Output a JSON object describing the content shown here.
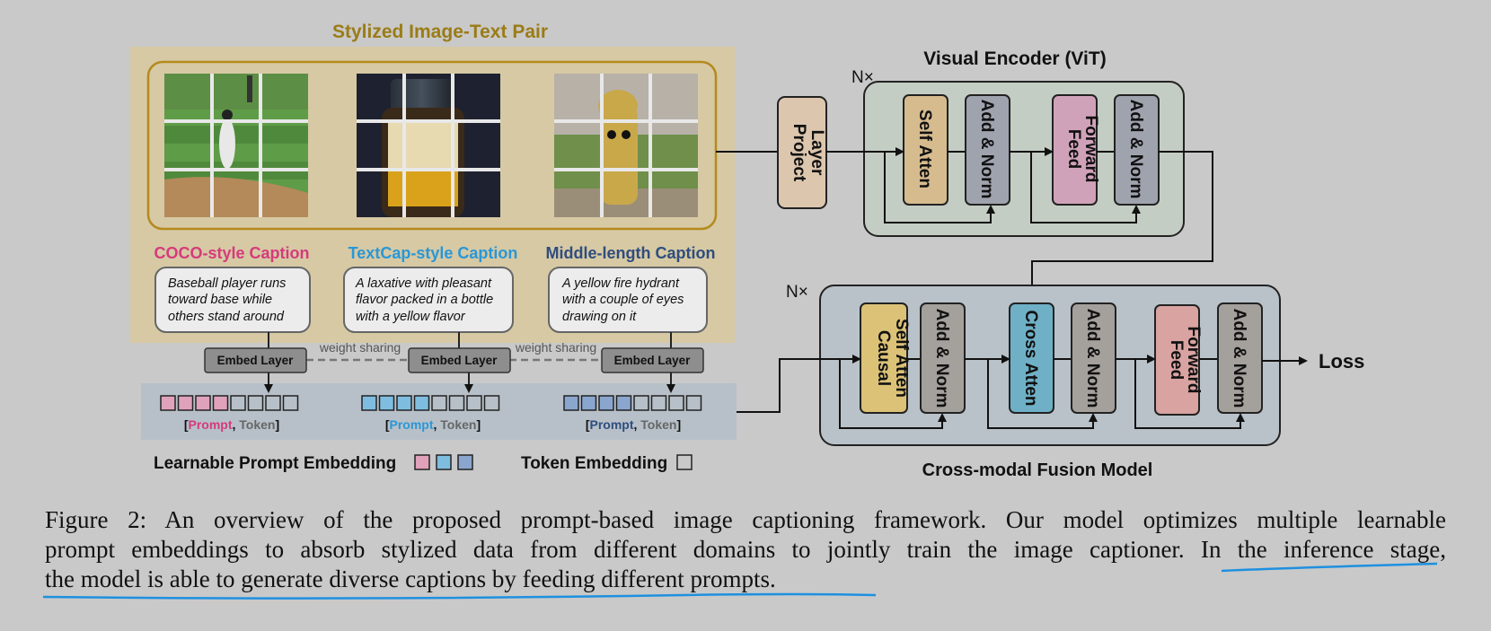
{
  "stylized_title": "Stylized Image-Text Pair",
  "images": [
    {
      "name": "baseball-photo"
    },
    {
      "name": "bottle-photo"
    },
    {
      "name": "hydrant-photo"
    }
  ],
  "caption_styles": [
    {
      "label": "COCO-style Caption",
      "color": "#d63a7c",
      "lines": [
        "Baseball player runs",
        "toward base while",
        "others stand around"
      ]
    },
    {
      "label": "TextCap-style Caption",
      "color": "#2a97d6",
      "lines": [
        "A laxative with pleasant",
        "flavor packed in a bottle",
        "with a yellow flavor"
      ]
    },
    {
      "label": "Middle-length Caption",
      "color": "#2f4d7e",
      "lines": [
        "A yellow fire hydrant",
        "with a couple of eyes",
        "drawing on it"
      ]
    }
  ],
  "embed_layer_label": "Embed Layer",
  "weight_sharing_label": "weight sharing",
  "prompt_word": "Prompt",
  "token_word": "Token",
  "bracket_open": "[",
  "comma": ", ",
  "bracket_close": "]",
  "legend_prompt": "Learnable Prompt Embedding",
  "legend_token": "Token Embedding",
  "prompt_colors": [
    "#e0a1bb",
    "#7fbde0",
    "#8aa6cf"
  ],
  "project_layer": [
    "Project",
    "Layer"
  ],
  "nx": "N×",
  "visual_encoder": {
    "title": "Visual Encoder (ViT)",
    "self_atten": "Self  Atten",
    "add_norm": "Add & Norm",
    "feed_forward": [
      "Feed",
      "Forward"
    ]
  },
  "fusion": {
    "title": "Cross-modal Fusion Model",
    "causal": [
      "Causal",
      "Self  Atten"
    ],
    "add_norm": "Add & Norm",
    "cross_atten": "Cross Atten",
    "feed_forward": [
      "Feed",
      "Forward"
    ]
  },
  "loss": "Loss",
  "figure_caption": {
    "line1": "Figure 2: An overview of the proposed prompt-based image captioning framework. Our model optimizes multiple learnable",
    "line2": "prompt embeddings to absorb stylized data from different domains to jointly train the image captioner. In the inference stage,",
    "line3": "the model is able to generate diverse captions by feeding different prompts."
  }
}
